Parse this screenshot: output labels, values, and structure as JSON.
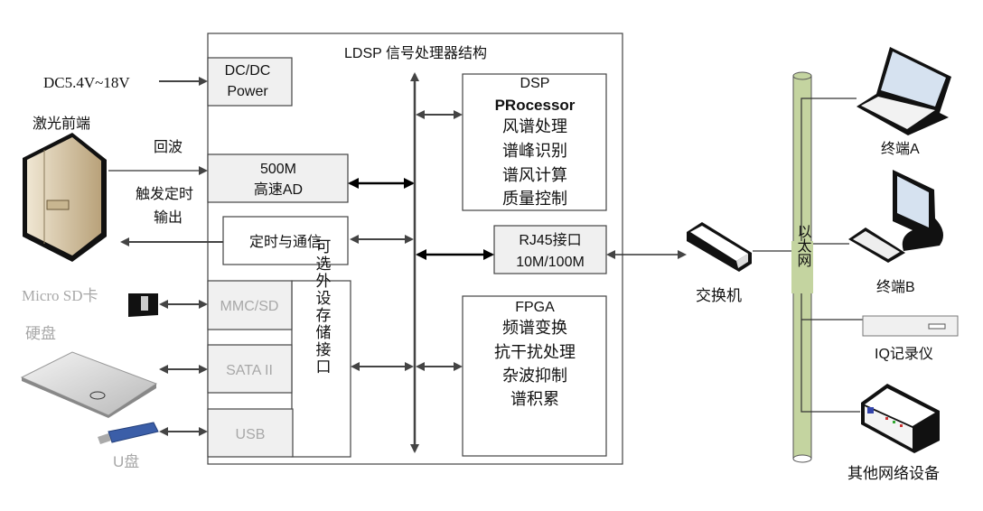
{
  "title": "LDSP 信号处理器结构",
  "power": {
    "input": "DC5.4V~18V",
    "line1": "DC/DC",
    "line2": "Power"
  },
  "frontend": {
    "label": "激光前端",
    "echo": "回波",
    "trigger1": "触发定时",
    "trigger2": "输出"
  },
  "ad": {
    "line1": "500M",
    "line2": "高速AD"
  },
  "timing": {
    "label": "定时与通信"
  },
  "dsp": {
    "lines": [
      "DSP",
      "PRocessor",
      "风谱处理",
      "谱峰识别",
      "谱风计算",
      "质量控制"
    ]
  },
  "rj45": {
    "line1": "RJ45接口",
    "line2": "10M/100M"
  },
  "fpga": {
    "lines": [
      "FPGA",
      "频谱变换",
      "抗干扰处理",
      "杂波抑制",
      "谱积累"
    ]
  },
  "storage": {
    "group_label": "可选外设存储接口",
    "interfaces": [
      "MMC/SD",
      "SATA II",
      "USB"
    ],
    "devices": [
      "Micro SD卡",
      "硬盘",
      "U盘"
    ]
  },
  "network": {
    "switch": "交换机",
    "ethernet": "以太网",
    "terminals": [
      "终端A",
      "终端B",
      "IQ记录仪",
      "其他网络设备"
    ]
  },
  "colors": {
    "ethernet_tube": "#c4d4a0",
    "module_fill": "#f0f0f0",
    "line": "#444444"
  },
  "icons": [
    "server-icon",
    "sd-card-icon",
    "hard-disk-icon",
    "usb-drive-icon",
    "switch-icon",
    "laptop-icon",
    "desktop-icon",
    "recorder-icon",
    "network-device-icon"
  ]
}
